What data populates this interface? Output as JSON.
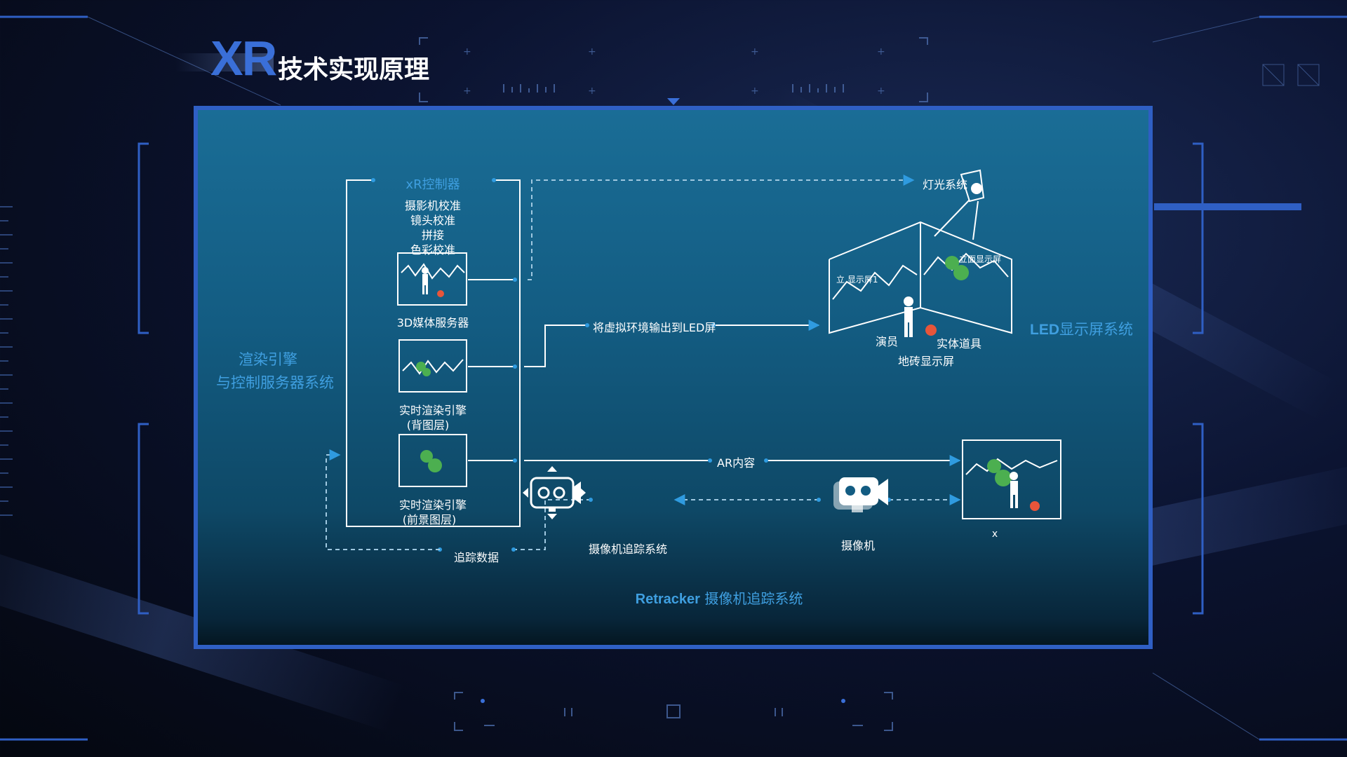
{
  "title": {
    "prefix": "XR",
    "main": "技术实现原理"
  },
  "rendering_system": {
    "line1": "渲染引擎",
    "line2": "与控制服务器系统"
  },
  "xr_controller": {
    "title": "xR控制器",
    "items": [
      "摄影机校准",
      "镜头校准",
      "拼接",
      "色彩校准"
    ]
  },
  "media_server": "3D媒体服务器",
  "render_bg": {
    "line1": "实时渲染引擎",
    "line2": "(背图层)"
  },
  "render_fg": {
    "line1": "实时渲染引擎",
    "line2": "(前景图层)"
  },
  "output_led": "将虚拟环境输出到LED屏",
  "lighting_system": "灯光系统",
  "led_system": {
    "prefix": "LED",
    "main": "显示屏系统"
  },
  "led_labels": {
    "left_screen": "立 显示屏1",
    "right_screen": "立面显示屏",
    "actor": "演员",
    "prop": "实体道具",
    "floor": "地砖显示屏"
  },
  "ar_content": "AR内容",
  "camera_tracking": "摄像机追踪系统",
  "camera": "摄像机",
  "tracking_data": "追踪数据",
  "output_label": "x",
  "retracker": {
    "brand": "Retracker",
    "main": " 摄像机追踪系统"
  },
  "colors": {
    "accent": "#3f9fe0",
    "panel_border": "#2f5fc4",
    "green": "#4caf50",
    "red": "#e8553a"
  }
}
